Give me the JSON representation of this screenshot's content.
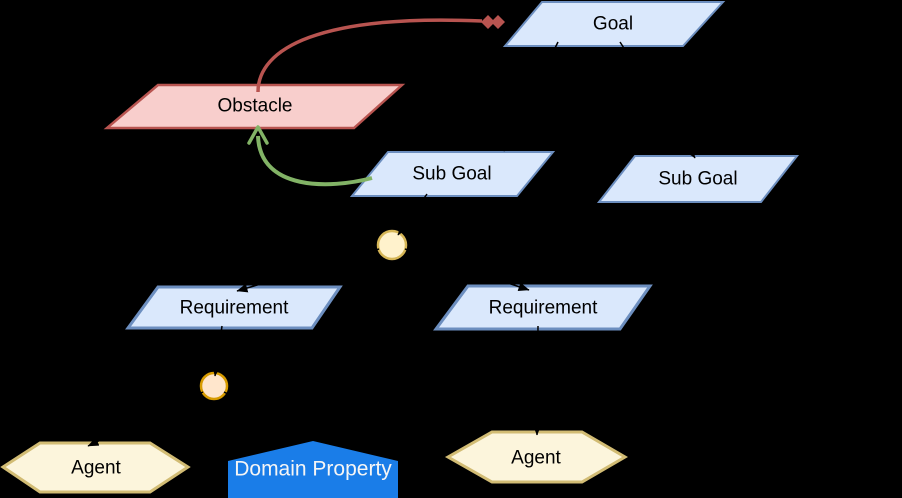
{
  "diagram": {
    "kind": "goal-model",
    "background_color": "#000000",
    "nodes": {
      "goal": {
        "label": "Goal",
        "shape": "parallelogram",
        "fill": "#DAE8FC",
        "stroke": "#6C8EBF"
      },
      "obstacle": {
        "label": "Obstacle",
        "shape": "parallelogram",
        "fill": "#F8CECC",
        "stroke": "#B85450"
      },
      "sub_goal_mid": {
        "label": "Sub Goal",
        "shape": "parallelogram",
        "fill": "#DAE8FC",
        "stroke": "#6C8EBF"
      },
      "sub_goal_right": {
        "label": "Sub Goal",
        "shape": "parallelogram",
        "fill": "#DAE8FC",
        "stroke": "#6C8EBF"
      },
      "requirement_left": {
        "label": "Requirement",
        "shape": "parallelogram",
        "fill": "#DAE8FC",
        "stroke": "#6C8EBF"
      },
      "requirement_right": {
        "label": "Requirement",
        "shape": "parallelogram",
        "fill": "#DAE8FC",
        "stroke": "#6C8EBF"
      },
      "refinement_node_upper": {
        "label": "",
        "shape": "circle",
        "fill": "#FFF2CC",
        "stroke": "#D6B656"
      },
      "refinement_node_lower": {
        "label": "",
        "shape": "circle",
        "fill": "#FFE6CC",
        "stroke": "#D79B00"
      },
      "agent_left": {
        "label": "Agent",
        "shape": "hexagon",
        "fill": "#FCF5DC",
        "stroke": "#D2BC74"
      },
      "agent_right": {
        "label": "Agent",
        "shape": "hexagon",
        "fill": "#FCF5DC",
        "stroke": "#D2BC74"
      },
      "domain_property": {
        "label": "Domain Property",
        "shape": "pentagon",
        "fill": "#1A7DE8",
        "text_color": "#F5F5F5"
      }
    },
    "edges": {
      "obstruction": {
        "color": "#B85450",
        "from": "Obstacle",
        "to": "Goal",
        "head": "double-diamond"
      },
      "resolution": {
        "color": "#82B366",
        "from": "Sub Goal",
        "to": "Obstacle",
        "head": "open-arrow"
      },
      "refinement_color": "#000000"
    }
  }
}
